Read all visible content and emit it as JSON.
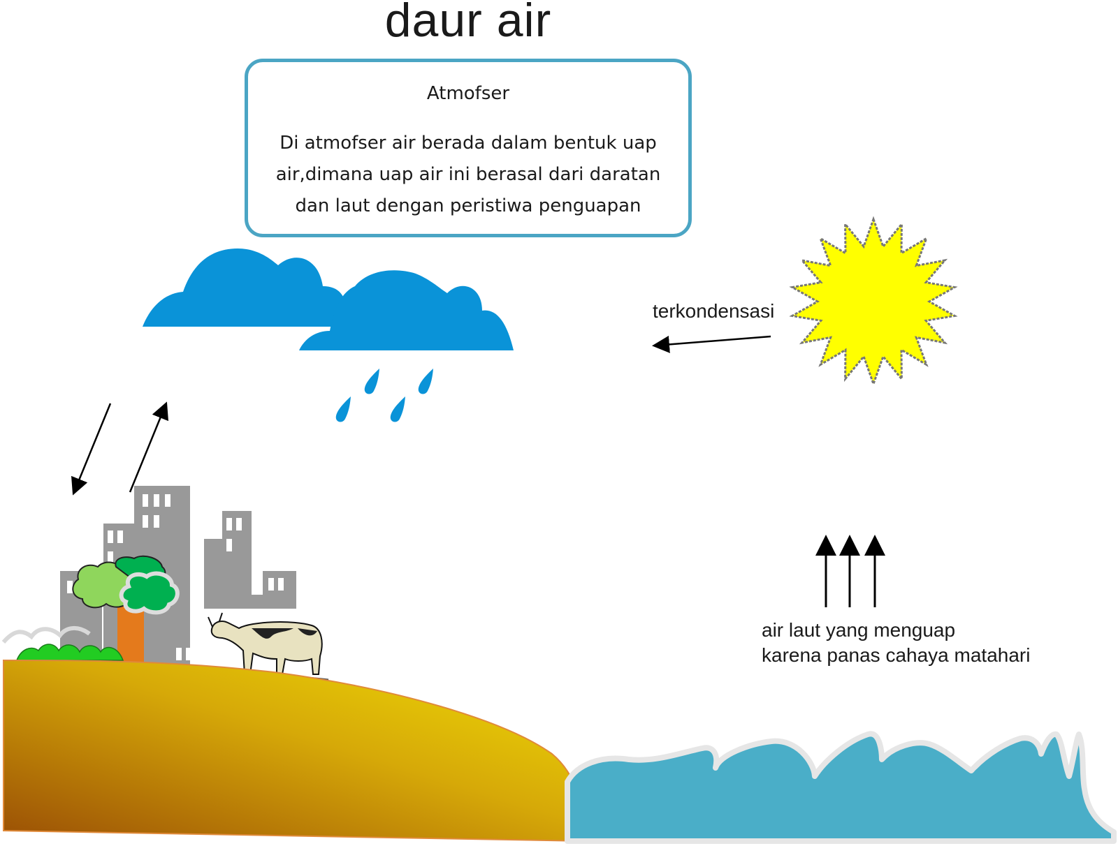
{
  "title": "daur air",
  "atmosphere_box": {
    "heading": "Atmofser",
    "description": "Di atmofser air berada dalam bentuk uap air,dimana uap air ini berasal dari daratan dan laut dengan peristiwa penguapan"
  },
  "labels": {
    "condensation": "terkondensasi",
    "evaporation_line1": "air laut yang menguap",
    "evaporation_line2": "karena panas cahaya matahari"
  },
  "colors": {
    "cloud": "#0a93d8",
    "sun": "#ffff00",
    "sea": "#4aaec8",
    "land_light": "#e8cf05",
    "land_dark": "#9a4f05",
    "building": "#999999",
    "box_border": "#4ba5c4"
  },
  "icons": [
    "cloud-icon",
    "raindrop-icon",
    "sun-icon",
    "building-icon",
    "tree-icon",
    "cow-icon",
    "wave-icon",
    "arrow-icon"
  ]
}
